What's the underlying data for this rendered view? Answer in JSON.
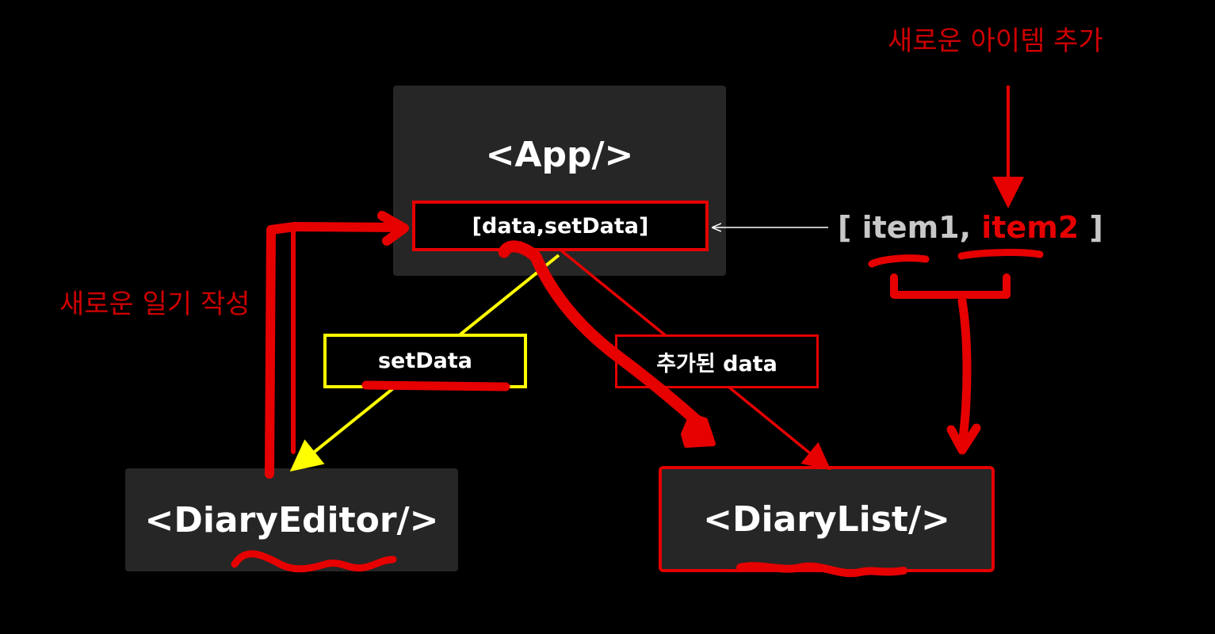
{
  "nodes": {
    "app": "<App/>",
    "state": "[data,setData]",
    "editor": "<DiaryEditor/>",
    "list": "<DiaryList/>"
  },
  "edge_labels": {
    "set_data": "setData",
    "added_data": "추가된 data"
  },
  "array": {
    "open": "[",
    "item1": "item1,",
    "item2": "item2",
    "close": "]"
  },
  "annotations": {
    "new_item": "새로운 아이템 추가",
    "new_diary": "새로운 일기 작성"
  },
  "colors": {
    "background": "#000000",
    "box": "#262626",
    "red": "#e60000",
    "yellow": "#ffff00",
    "text": "#ffffff"
  }
}
